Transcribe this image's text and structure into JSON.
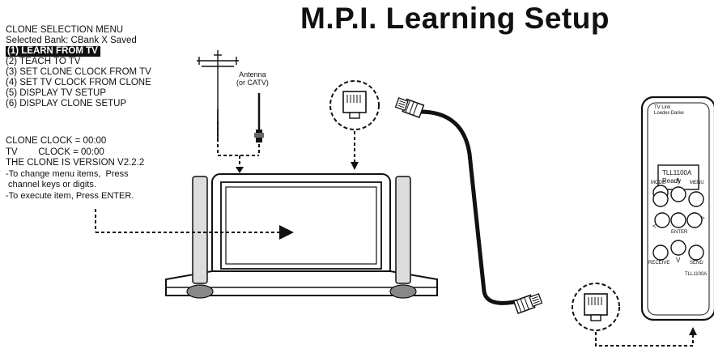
{
  "title": "M.P.I. Learning Setup",
  "menu": {
    "heading": "CLONE SELECTION MENU",
    "bank": "Selected Bank: CBank X Saved",
    "items": [
      "(1) LEARN FROM TV",
      "(2) TEACH TO TV",
      "(3) SET CLONE CLOCK FROM TV",
      "(4) SET TV CLOCK FROM CLONE",
      "(5) DISPLAY TV SETUP",
      "(6) DISPLAY CLONE SETUP"
    ]
  },
  "status": {
    "clone_clock": "CLONE CLOCK = 00:00",
    "tv_clock": "TV        CLOCK = 00:00",
    "version": "THE CLONE IS VERSION V2.2.2",
    "hint1": "-To change menu items,  Press",
    "hint2": " channel keys or digits.",
    "hint3": "-To execute item, Press ENTER."
  },
  "antenna": {
    "line1": "Antenna",
    "line2": "(or CATV)"
  },
  "remote": {
    "brand1": "TV Link",
    "brand2": "Loeder-Darke",
    "screen1": "TLL1100A",
    "screen2": "Ready",
    "mode": "MODE",
    "menu": "MENU",
    "enter": "ENTER",
    "receive": "RECEIVE",
    "send": "SEND",
    "up": "Λ",
    "down": "V",
    "left": "<",
    "right": ">",
    "model": "TLL1100A"
  }
}
